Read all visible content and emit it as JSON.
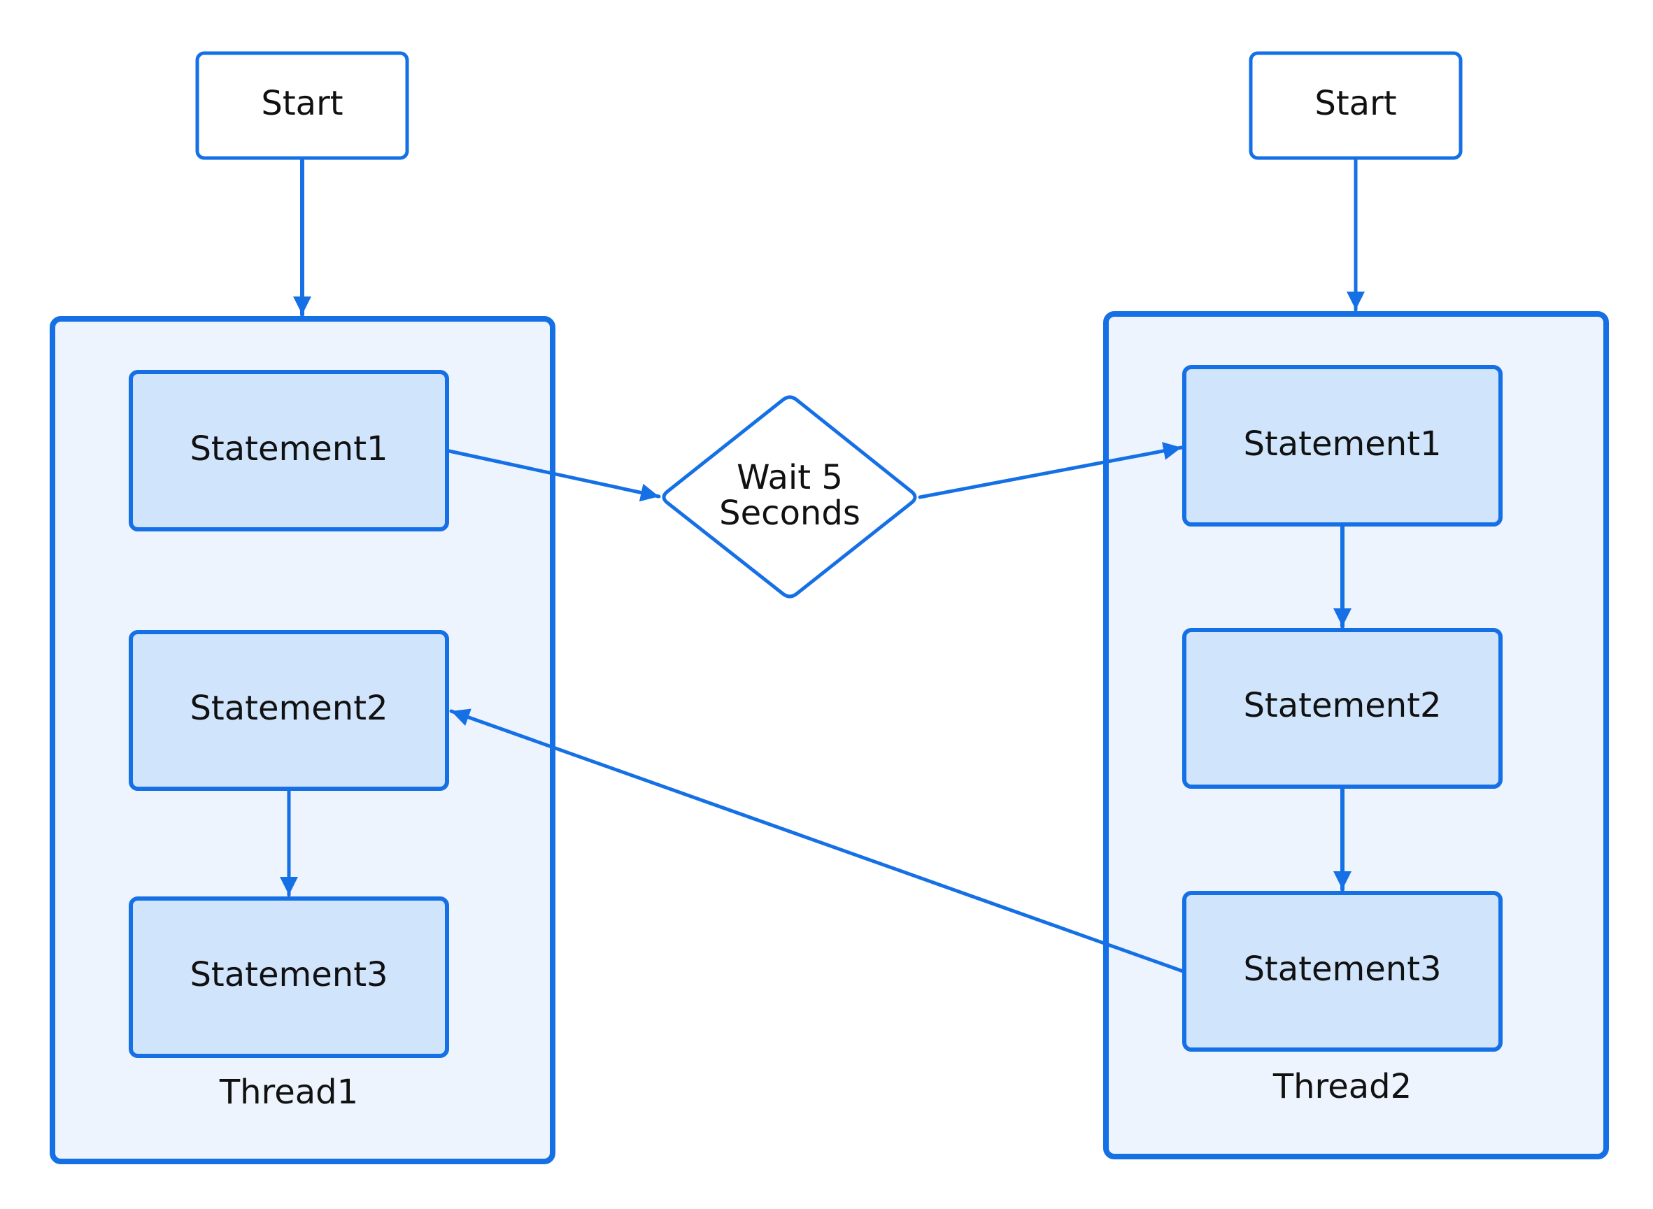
{
  "colors": {
    "stroke": "#1570E6",
    "thread_fill": "#EDF4FE",
    "statement_fill": "#D0E4FC",
    "start_fill": "#FFFFFF",
    "text": "#111111"
  },
  "thread1": {
    "start_label": "Start",
    "statements": [
      "Statement1",
      "Statement2",
      "Statement3"
    ],
    "label": "Thread1"
  },
  "thread2": {
    "start_label": "Start",
    "statements": [
      "Statement1",
      "Statement2",
      "Statement3"
    ],
    "label": "Thread2"
  },
  "wait": {
    "line1": "Wait 5",
    "line2": "Seconds"
  }
}
